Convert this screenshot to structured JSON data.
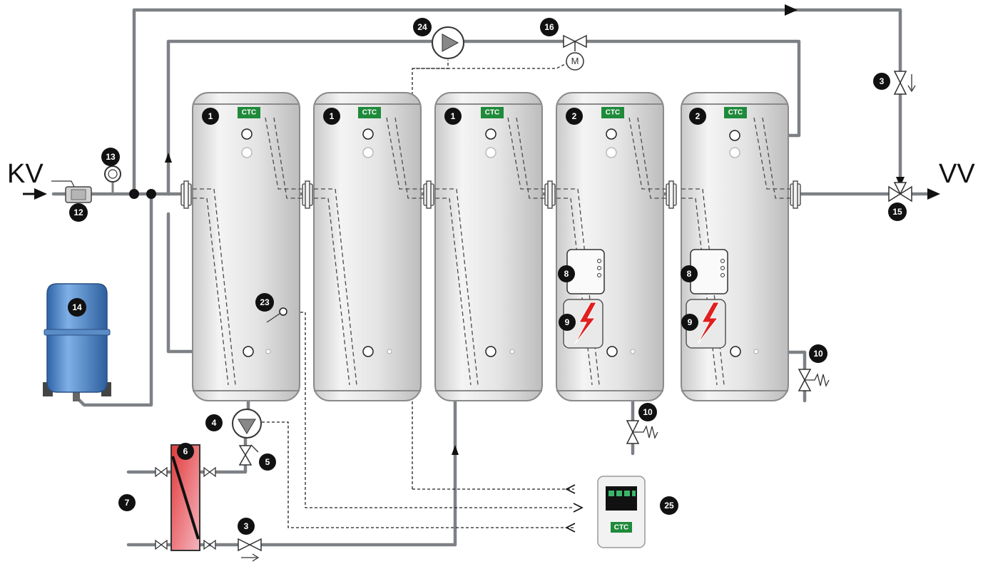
{
  "labels": {
    "inlet": "KV",
    "outlet": "VV"
  },
  "brand": {
    "logo": "CTC",
    "logo_color": "#1e8a3a"
  },
  "tanks": [
    {
      "badge": "1"
    },
    {
      "badge": "1"
    },
    {
      "badge": "1"
    },
    {
      "badge": "2"
    },
    {
      "badge": "2"
    }
  ],
  "components": {
    "pump_24": "24",
    "valve_16": "16",
    "valve_3_top": "3",
    "valve_15": "15",
    "gauge_13": "13",
    "filter_12": "12",
    "expansion_14": "14",
    "sensor_23": "23",
    "pump_4": "4",
    "valve_5": "5",
    "exchanger_6": "6",
    "label_7": "7",
    "valve_3_bottom": "3",
    "drain_10_left": "10",
    "drain_10_right": "10",
    "heater_8_a": "8",
    "heater_9_a": "9",
    "heater_8_b": "8",
    "heater_9_b": "9",
    "controller_25": "25"
  },
  "colors": {
    "pipe": "#7d8186",
    "tank": "#e6e6e6",
    "expansion_vessel": "#4f86c6",
    "exchanger": "#e05050",
    "lightning": "#e02020"
  }
}
